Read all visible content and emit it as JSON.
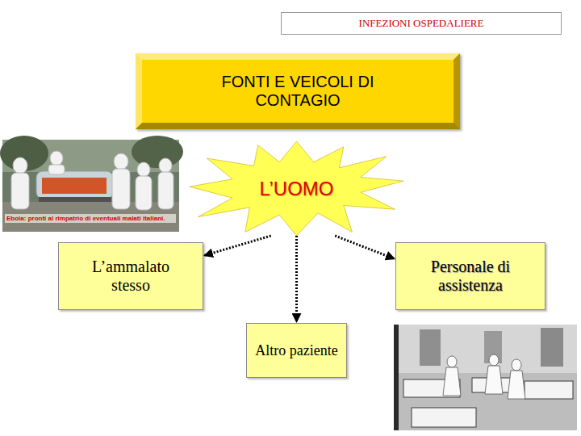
{
  "diagram": {
    "title": "INFEZIONI OSPEDALIERE",
    "nodes": [
      {
        "text": [
          "FONTI E VEICOLI DI CONTAGIO"
        ]
      },
      {
        "text": [
          "L’UOMO"
        ]
      },
      {
        "text": [
          "L’ammalato stesso"
        ]
      },
      {
        "text": [
          "Personale di assistenza"
        ]
      },
      {
        "text": [
          "Altro paziente"
        ]
      }
    ],
    "edges": [
      {
        "from": 1,
        "to": 2,
        "arrow": "to"
      },
      {
        "from": 1,
        "to": 4,
        "arrow": "to"
      },
      {
        "from": 1,
        "to": 3,
        "arrow": "to"
      }
    ],
    "labels": [
      "Ebola: pronti al rimpatrio di eventuali malati italiani."
    ]
  }
}
